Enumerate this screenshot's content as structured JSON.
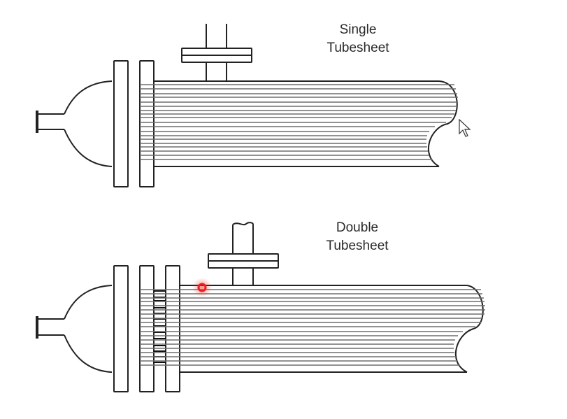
{
  "diagram": {
    "top": {
      "title_line1": "Single",
      "title_line2": "Tubesheet",
      "tubesheet_count": 1
    },
    "bottom": {
      "title_line1": "Double",
      "title_line2": "Tubesheet",
      "tubesheet_count": 2
    }
  },
  "colors": {
    "stroke": "#222222",
    "tube": "#6e6e6e",
    "marker": "#e52222",
    "background": "#ffffff"
  }
}
